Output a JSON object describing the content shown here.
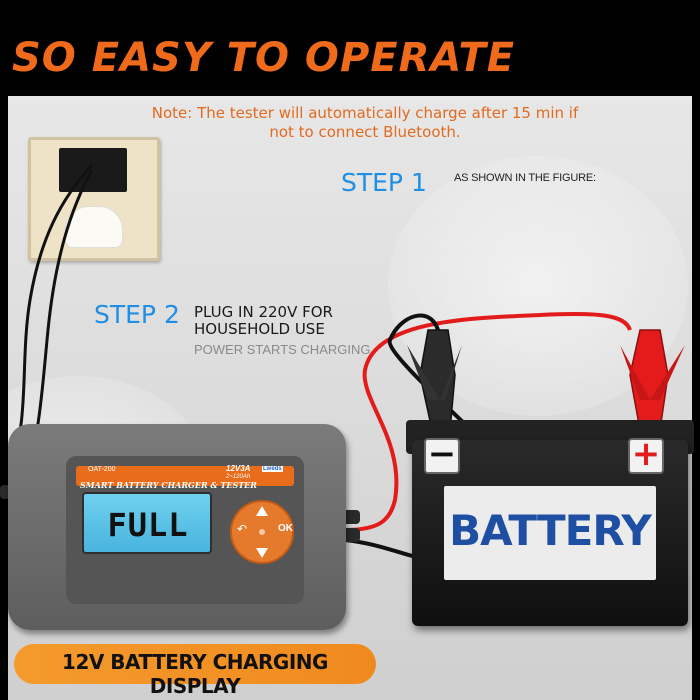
{
  "title": "SO EASY TO OPERATE",
  "note": "Note: The tester will automatically charge after 15 min if not to connect Bluetooth.",
  "step1": {
    "label": "STEP 1",
    "caption": "AS SHOWN IN THE FIGURE:"
  },
  "step2": {
    "label": "STEP 2",
    "text_line1": "PLUG IN 220V FOR",
    "text_line2": "HOUSEHOLD USE",
    "sub": "POWER STARTS CHARGING"
  },
  "charger": {
    "model": "OAT-200",
    "band_title": "SMART BATTERY CHARGER & TESTER",
    "voltage": "12V3A",
    "range": "2~120Ah",
    "brand": "Lweds",
    "display": "FULL",
    "ok_key": "OK",
    "back_key": "↶"
  },
  "battery": {
    "label": "BATTERY",
    "negative": "−",
    "positive": "+"
  },
  "bottom_label": "12V BATTERY CHARGING DISPLAY",
  "colors": {
    "title": "#f06a1c",
    "step": "#1f8fe6",
    "note": "#e36a1e",
    "accent": "#f08a1e",
    "battery_text": "#1f4fa3",
    "positive": "#e31b1b"
  }
}
